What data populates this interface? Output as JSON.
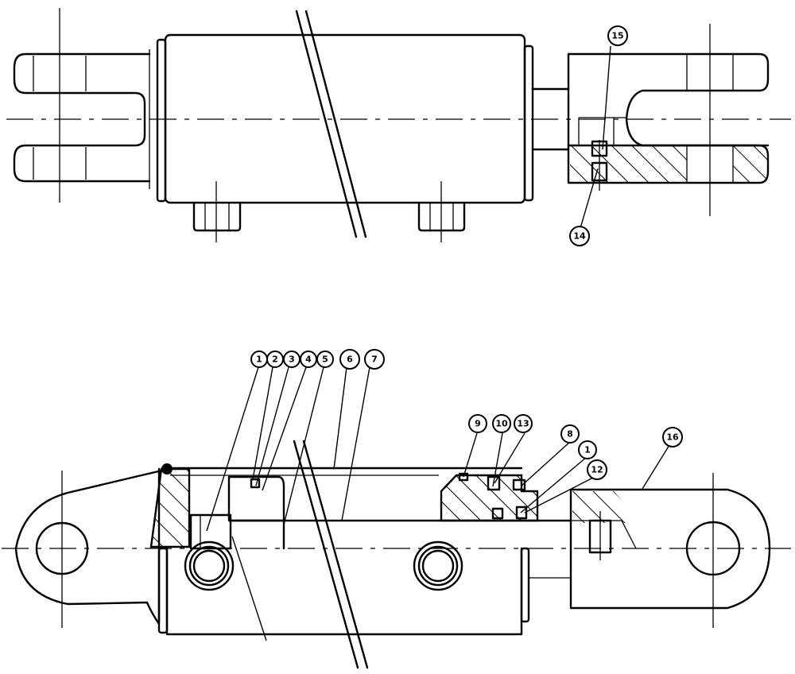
{
  "drawing": {
    "balloons_top_view": [
      "15",
      "14"
    ],
    "balloons_section_view": [
      "1",
      "2",
      "3",
      "4",
      "5",
      "6",
      "7",
      "9",
      "10",
      "13",
      "8",
      "1",
      "12",
      "16"
    ]
  },
  "colors": {
    "line": "#000000",
    "background": "#ffffff"
  }
}
